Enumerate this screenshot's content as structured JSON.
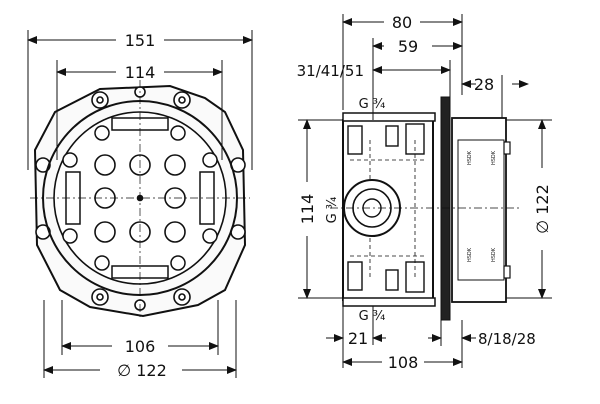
{
  "front_view": {
    "dims": {
      "overall_width": "151",
      "mount_width": "114",
      "inner_width": "106",
      "diameter": "∅ 122"
    }
  },
  "side_view": {
    "dims": {
      "body_width": "80",
      "depth_59": "59",
      "plaster_options": "31/41/51",
      "plate_28": "28",
      "height_114": "114",
      "diameter": "∅ 122",
      "offset_21": "21",
      "total_108": "108",
      "extension_options": "8/18/28"
    },
    "thread_top": "G ¾",
    "thread_bottom": "G ¾",
    "thread_side": "G ¾",
    "module_marks": [
      "HSDK",
      "HSDK",
      "HSDK",
      "HSDK"
    ]
  }
}
